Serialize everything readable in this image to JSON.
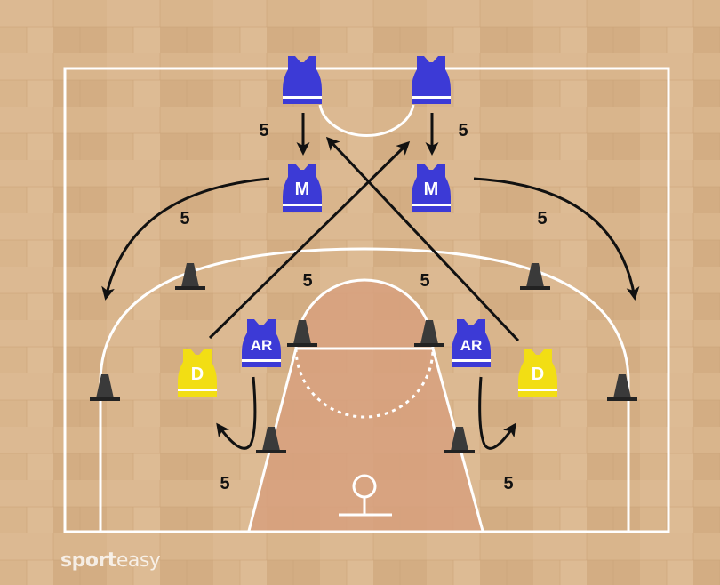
{
  "brand": {
    "part1": "sport",
    "part2": "easy"
  },
  "colors": {
    "court_line": "#ffffff",
    "paint": "#d7a07e",
    "team_attack": "#3c3ad6",
    "team_defense": "#f2de14",
    "cone": "#3a3a3a",
    "arrow": "#111111"
  },
  "players": [
    {
      "id": "top-left-player",
      "label": "",
      "team": "attack"
    },
    {
      "id": "top-right-player",
      "label": "",
      "team": "attack"
    },
    {
      "id": "left-m-player",
      "label": "M",
      "team": "attack"
    },
    {
      "id": "right-m-player",
      "label": "M",
      "team": "attack"
    },
    {
      "id": "left-ar-player",
      "label": "AR",
      "team": "attack"
    },
    {
      "id": "right-ar-player",
      "label": "AR",
      "team": "attack"
    },
    {
      "id": "left-d-player",
      "label": "D",
      "team": "defense"
    },
    {
      "id": "right-d-player",
      "label": "D",
      "team": "defense"
    }
  ],
  "counts": {
    "top_left": "5",
    "top_right": "5",
    "mid_left": "5",
    "mid_right": "5",
    "key_left": "5",
    "key_right": "5",
    "bottom_left": "5",
    "bottom_right": "5"
  }
}
